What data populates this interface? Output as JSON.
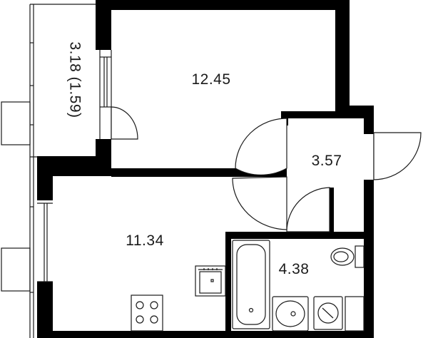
{
  "plan": {
    "rooms": [
      {
        "id": "balcony",
        "label": "3.18 (1.59)"
      },
      {
        "id": "room",
        "label": "12.45"
      },
      {
        "id": "hall",
        "label": "3.57"
      },
      {
        "id": "kitchen",
        "label": "11.34"
      },
      {
        "id": "bathroom",
        "label": "4.38"
      }
    ],
    "colors": {
      "wall": "#000000",
      "line": "#1a1a1a",
      "background": "#ffffff"
    }
  }
}
